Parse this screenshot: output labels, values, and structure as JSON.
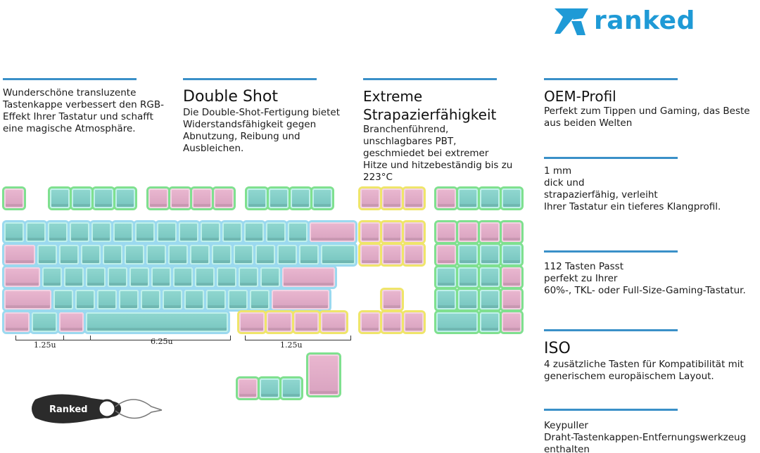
{
  "brand": {
    "name": "ranked",
    "color": "#1f9ad6",
    "logo_icon": "ranked-r-logo-icon"
  },
  "accent_rule_color": "#3a90c8",
  "features": {
    "translucent": {
      "body": "Wunderschöne transluzente Tastenkappe verbessert den RGB-Effekt Ihrer Tastatur und schafft eine magische Atmosphäre."
    },
    "double_shot": {
      "title": "Double Shot",
      "body": "Die Double-Shot-Fertigung bietet Widerstandsfähigkeit gegen Abnutzung, Reibung und Ausbleichen."
    },
    "durability": {
      "title": "Extreme Strapazierfähigkeit",
      "body": "Branchenführend, unschlagbares PBT, geschmiedet bei extremer Hitze und hitzebeständig bis zu 223°C"
    },
    "oem": {
      "title": "OEM-Profil",
      "body": "Perfekt zum Tippen und Gaming, das Beste aus beiden Welten"
    },
    "thickness": {
      "line1": "1 mm",
      "line2": "dick und",
      "line3": "strapazierfähig, verleiht",
      "line4": "Ihrer Tastatur ein tieferes Klangprofil."
    },
    "count": {
      "line1": "112 Tasten Passt",
      "line2": "perfekt zu Ihrer",
      "line3": "60%-, TKL- oder Full-Size-Gaming-Tastatur."
    },
    "iso": {
      "title": "ISO",
      "body": "4 zusätzliche Tasten für Kompatibilität mit generischem europäischem Layout."
    },
    "keypuller": {
      "line1": "Keypuller",
      "line2": "Draht-Tastenkappen-Entfernungswerkzeug",
      "line3": "enthalten"
    }
  },
  "dimensions": {
    "left": "1.25u",
    "space": "6.25u",
    "right": "1.25u"
  },
  "keyboard": {
    "colors": {
      "cyan": "#8fd6cf",
      "pink": "#e9b6cf",
      "glow_green": "#7fe08f",
      "glow_yellow": "#efe56a"
    }
  },
  "puller": {
    "label": "Ranked"
  }
}
